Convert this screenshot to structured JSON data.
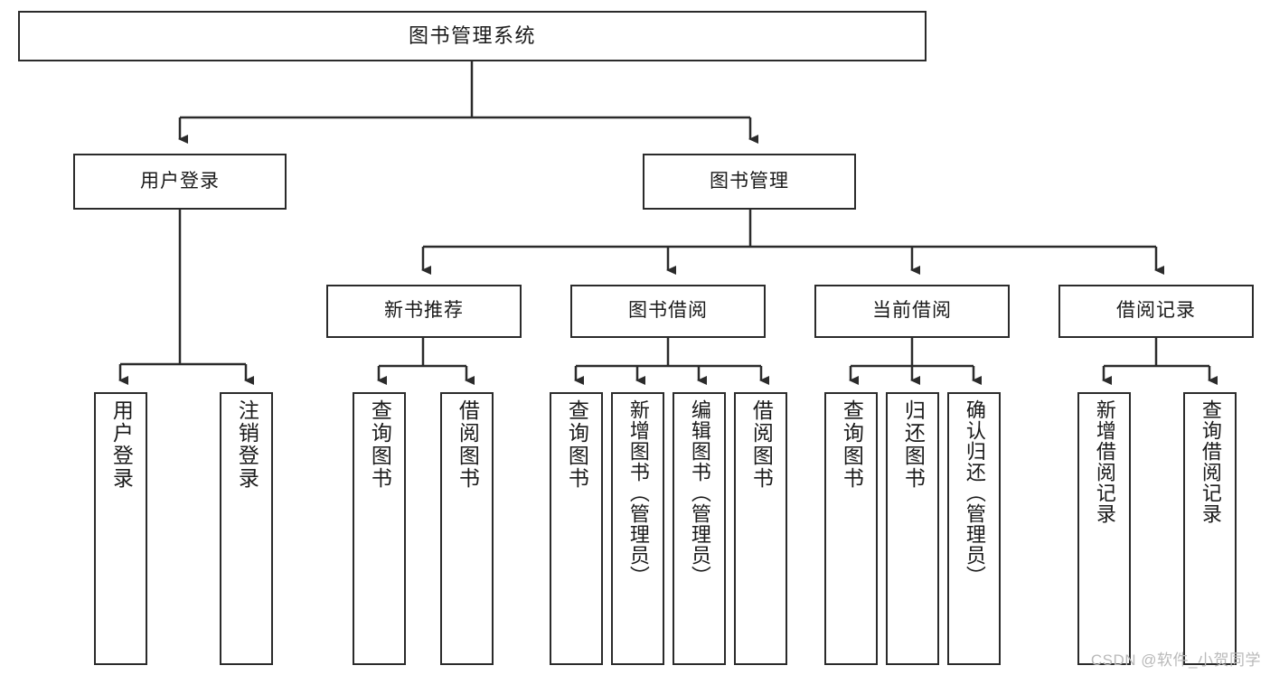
{
  "diagram": {
    "type": "tree-hierarchy",
    "title": "图书管理系统",
    "watermark": "CSDN @软件_小贺同学",
    "colors": {
      "background": "#ffffff",
      "stroke": "#2b2b2b",
      "text": "#1a1a1a",
      "watermark": "#b9b9b9"
    },
    "nodes": {
      "root": {
        "label": "图书管理系统"
      },
      "level2": [
        {
          "label": "用户登录"
        },
        {
          "label": "图书管理"
        }
      ],
      "level3": [
        {
          "label": "新书推荐"
        },
        {
          "label": "图书借阅"
        },
        {
          "label": "当前借阅"
        },
        {
          "label": "借阅记录"
        }
      ],
      "leaves": {
        "user_login": [
          {
            "label": "用户登录"
          },
          {
            "label": "注销登录"
          }
        ],
        "new_book_recommend": [
          {
            "label": "查询图书"
          },
          {
            "label": "借阅图书"
          }
        ],
        "book_borrow": [
          {
            "label": "查询图书"
          },
          {
            "label": "新增图书（管理员）"
          },
          {
            "label": "编辑图书（管理员）"
          },
          {
            "label": "借阅图书"
          }
        ],
        "current_borrow": [
          {
            "label": "查询图书"
          },
          {
            "label": "归还图书"
          },
          {
            "label": "确认归还（管理员）"
          }
        ],
        "borrow_record": [
          {
            "label": "新增借阅记录"
          },
          {
            "label": "查询借阅记录"
          }
        ]
      }
    }
  }
}
